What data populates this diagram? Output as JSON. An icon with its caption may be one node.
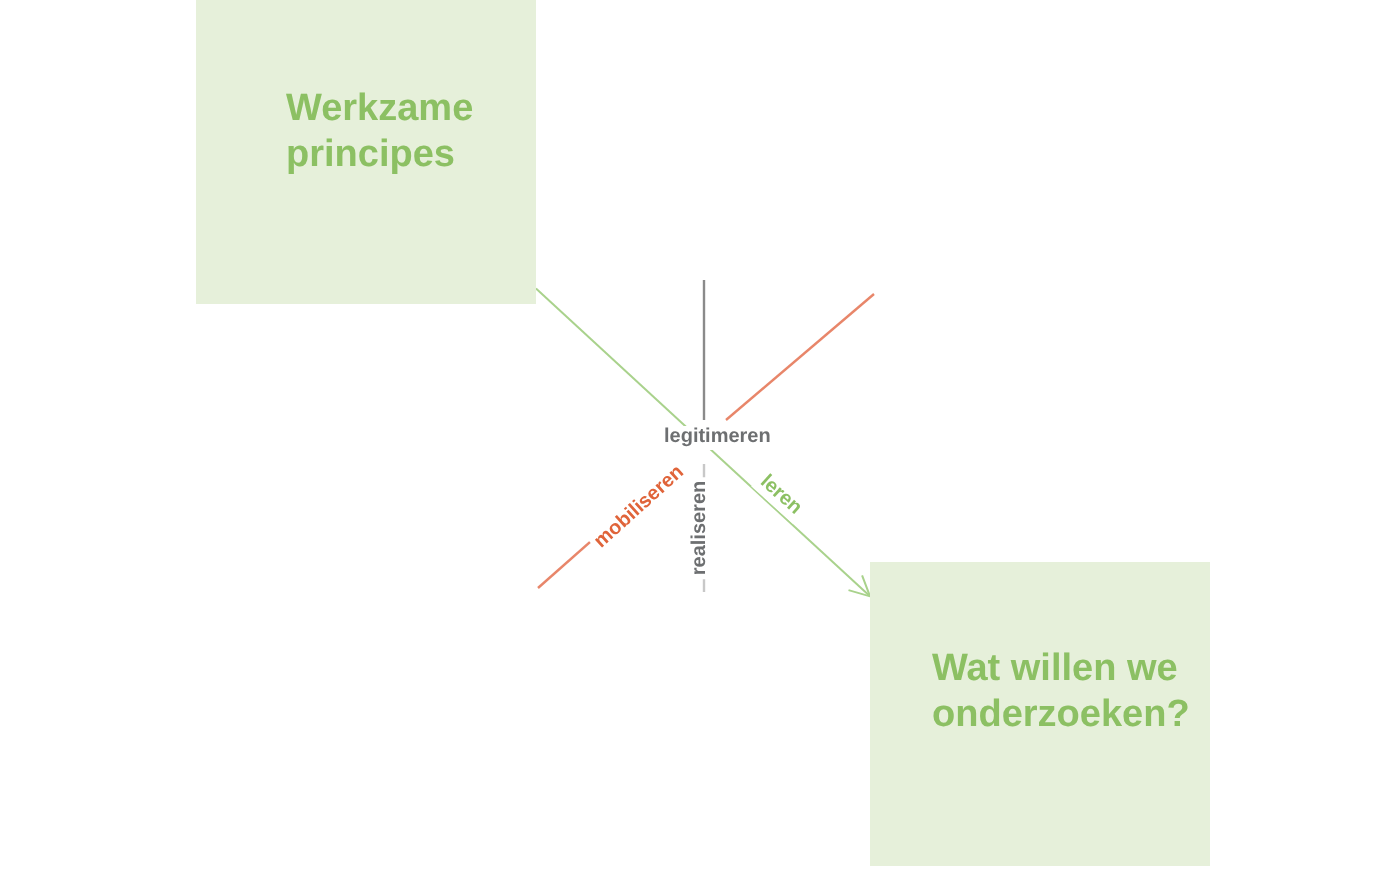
{
  "diagram": {
    "nodes": [
      {
        "text": [
          "Werkzame principes"
        ]
      },
      {
        "text": [
          "Wat willen we onderzoeken?"
        ]
      }
    ],
    "edges": [
      {
        "from": 0,
        "to": 1,
        "arrow": "to",
        "label": "leren"
      }
    ],
    "labels": [
      "legitimeren",
      "mobiliseren",
      "realiseren"
    ]
  }
}
